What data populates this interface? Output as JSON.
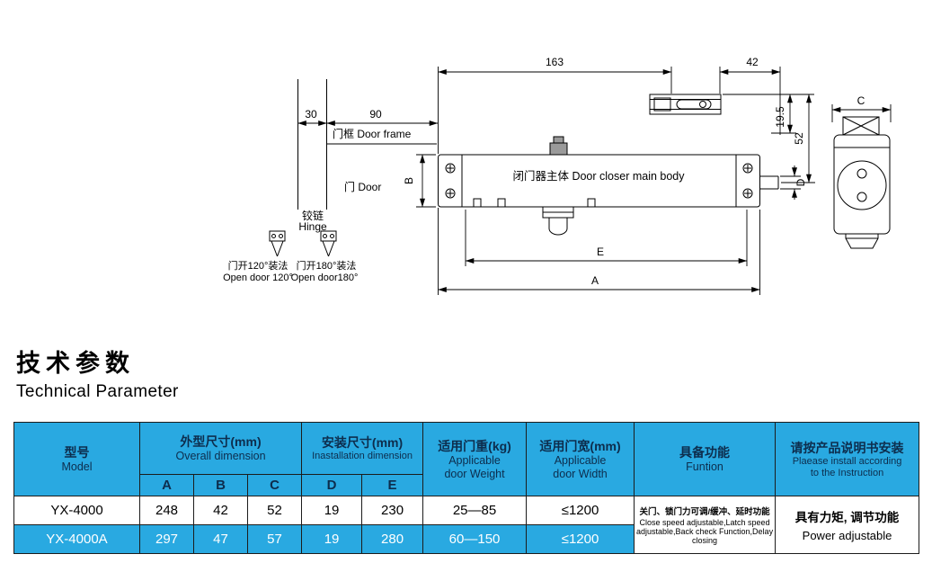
{
  "colors": {
    "accent": "#29a9e1",
    "header_text": "#0d2d4d"
  },
  "drawing": {
    "dims": {
      "d30": "30",
      "d90": "90",
      "d163": "163",
      "d42": "42",
      "d19_5": "19.5",
      "d52": "52",
      "dA": "A",
      "dB": "B",
      "dC": "C",
      "dD": "D",
      "dE": "E"
    },
    "labels": {
      "door_frame": "门框 Door frame",
      "door": "门 Door",
      "hinge_cn": "铰链",
      "hinge_en": "Hinge",
      "main_body": "闭门器主体  Door closer main body",
      "open120_cn": "门开120°装法",
      "open180_cn": "门开180°装法",
      "open120_en": "Open door 120°",
      "open180_en": "Open door180°"
    }
  },
  "section": {
    "title_cn": "技术参数",
    "title_en": "Technical Parameter"
  },
  "table": {
    "header": {
      "model_cn": "型号",
      "model_en": "Model",
      "overall_cn": "外型尺寸(mm)",
      "overall_en": "Overall dimension",
      "install_cn": "安装尺寸(mm)",
      "install_en": "Inastallation dimension",
      "weight_cn": "适用门重(kg)",
      "weight_en_1": "Applicable",
      "weight_en_2": "door Weight",
      "width_cn": "适用门宽(mm)",
      "width_en_1": "Applicable",
      "width_en_2": "door Width",
      "function_cn": "具备功能",
      "function_en": "Funtion",
      "note_cn": "请按产品说明书安装",
      "note_en_1": "Plaease install according",
      "note_en_2": "to the Instruction",
      "sub": [
        "A",
        "B",
        "C",
        "D",
        "E"
      ]
    },
    "rows": [
      {
        "model": "YX-4000",
        "a": "248",
        "b": "42",
        "c": "52",
        "d": "19",
        "e": "230",
        "weight": "25—85",
        "width": "≤1200"
      },
      {
        "model": "YX-4000A",
        "a": "297",
        "b": "47",
        "c": "57",
        "d": "19",
        "e": "280",
        "weight": "60—150",
        "width": "≤1200"
      }
    ],
    "function_cell": {
      "cn": "关门、锁门力可调/缓冲、延时功能",
      "en": "Close speed adjustable,Latch speed adjustable,Back check Function,Delay closing"
    },
    "power_cell": {
      "cn": "具有力矩, 调节功能",
      "en": "Power adjustable"
    }
  }
}
